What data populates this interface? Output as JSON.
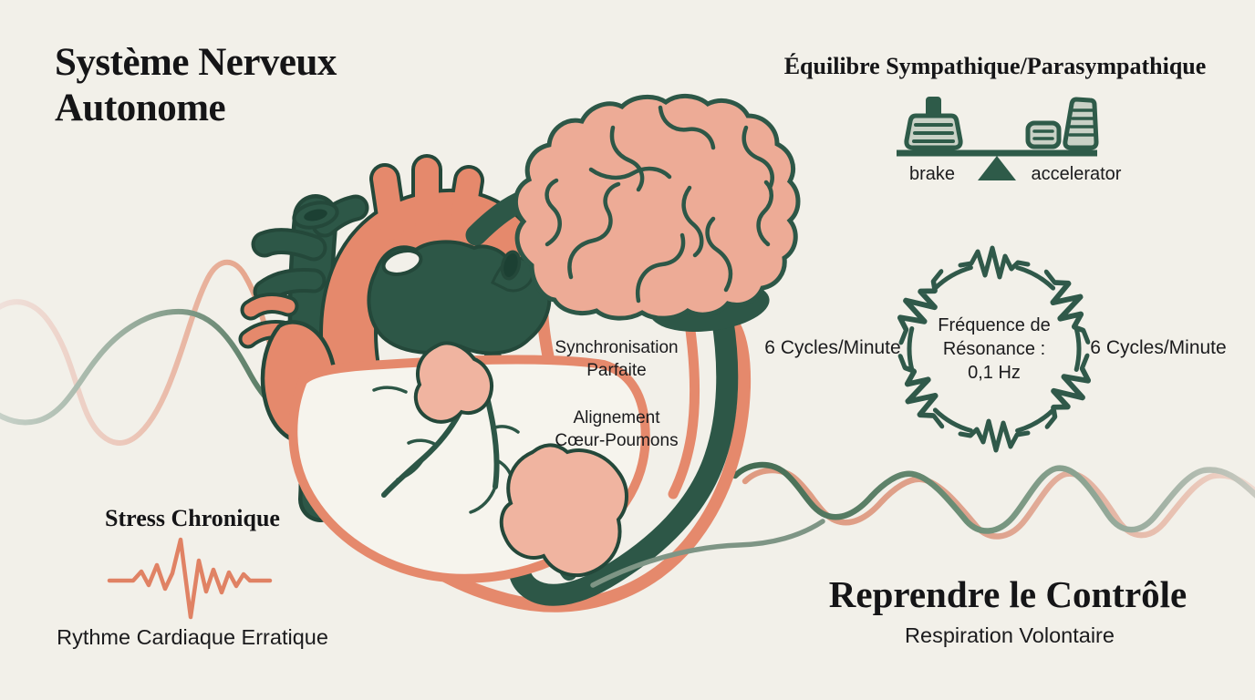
{
  "palette": {
    "background": "#f2f0e9",
    "ink": "#1b1b1d",
    "dark_green": "#2d5747",
    "outline_green": "#24483a",
    "sage_green": "#7e9585",
    "salmon": "#e5896c",
    "light_salmon": "#edab96",
    "pale_pink": "#eccabe",
    "pedal_fill": "#c9d1c6"
  },
  "header": {
    "title_line1": "Système Nerveux",
    "title_line2": "Autonome"
  },
  "balance": {
    "heading": "Équilibre Sympathique/Parasympathique",
    "left_label": "brake",
    "right_label": "accelerator"
  },
  "center_captions": {
    "sync_line1": "Synchronisation",
    "sync_line2": "Parfaite",
    "align_line1": "Alignement",
    "align_line2": "Cœur-Poumons"
  },
  "resonance": {
    "left_label": "6 Cycles/Minute",
    "right_label": "6 Cycles/Minute",
    "center_line1": "Fréquence de",
    "center_line2": "Résonance :",
    "center_line3": "0,1 Hz"
  },
  "stress": {
    "heading": "Stress Chronique",
    "caption": "Rythme Cardiaque Erratique"
  },
  "control": {
    "heading": "Reprendre le Contrôle",
    "caption": "Respiration Volontaire"
  }
}
